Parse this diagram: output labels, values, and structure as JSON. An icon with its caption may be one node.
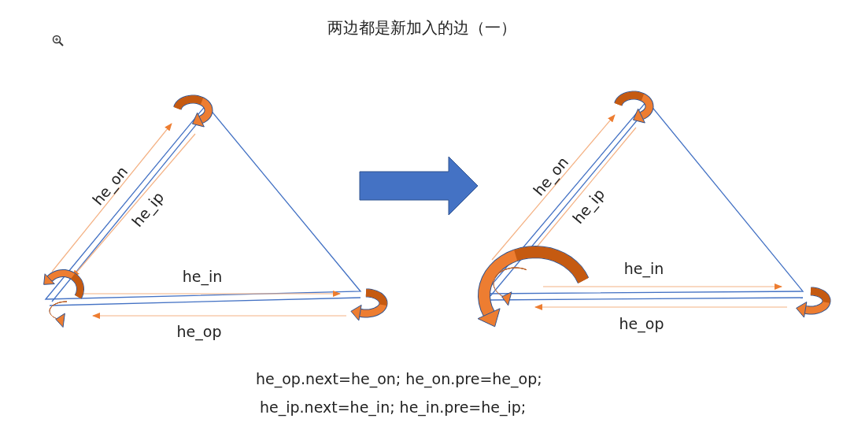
{
  "diagram": {
    "title": "两边都是新加入的边（一）",
    "labels": [
      "he_on",
      "he_ip",
      "he_in",
      "he_op",
      "he_on",
      "he_ip",
      "he_in",
      "he_op",
      "he_op.next=he_on; he_on.pre=he_op;",
      "he_ip.next=he_in; he_in.pre=he_ip;"
    ]
  }
}
